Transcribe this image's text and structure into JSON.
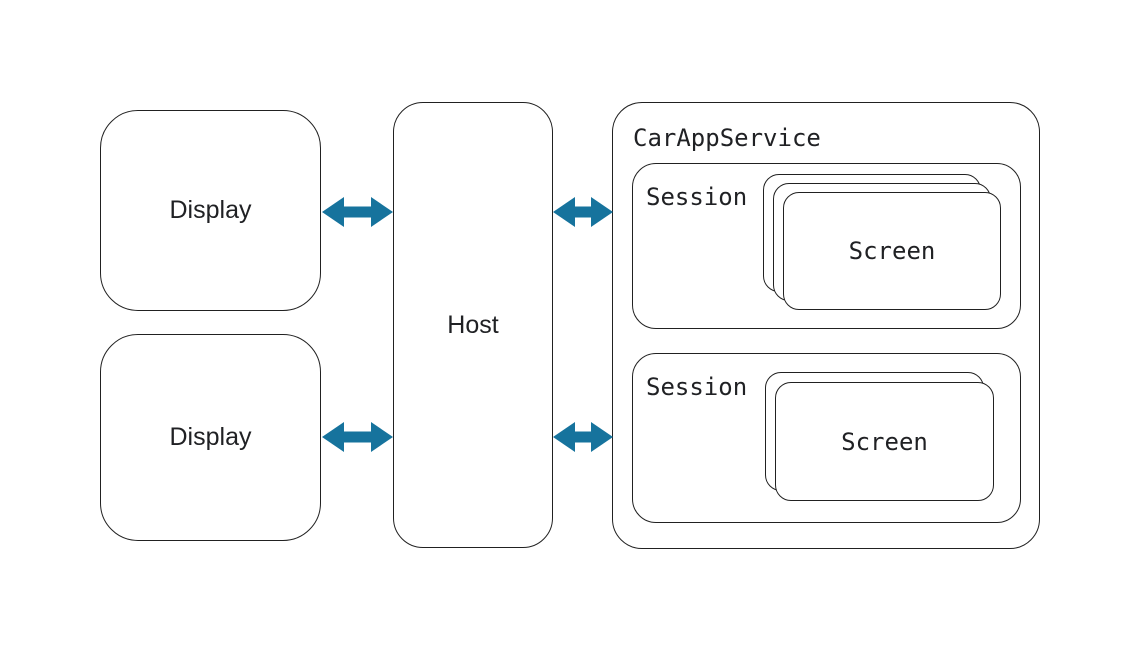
{
  "colors": {
    "arrow": "#16739D",
    "border": "#212121",
    "background": "#FFFFFF"
  },
  "diagram": {
    "displays": [
      {
        "label": "Display"
      },
      {
        "label": "Display"
      }
    ],
    "host": {
      "label": "Host"
    },
    "car_app_service": {
      "label": "CarAppService",
      "sessions": [
        {
          "label": "Session",
          "screen_stack": {
            "card_count": 3,
            "label": "Screen"
          }
        },
        {
          "label": "Session",
          "screen_stack": {
            "card_count": 2,
            "label": "Screen"
          }
        }
      ]
    },
    "connections": [
      {
        "from": "Display",
        "to": "Host",
        "type": "bidirectional-arrow"
      },
      {
        "from": "Display",
        "to": "Host",
        "type": "bidirectional-arrow"
      },
      {
        "from": "Host",
        "to": "CarAppService",
        "type": "bidirectional-arrow"
      },
      {
        "from": "Host",
        "to": "CarAppService",
        "type": "bidirectional-arrow"
      }
    ]
  }
}
